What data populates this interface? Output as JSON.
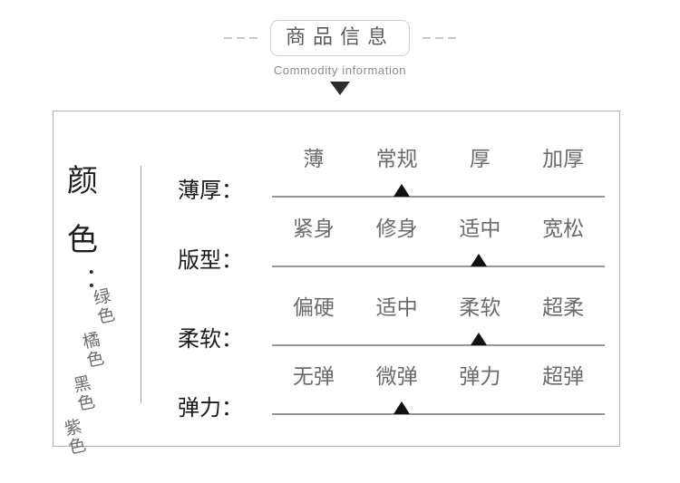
{
  "header": {
    "title": "商品信息",
    "subtitle": "Commodity information",
    "left_dashes": 3,
    "right_dashes": 3,
    "arrow_icon": "down-triangle-icon"
  },
  "color_section": {
    "label_chars": [
      "颜",
      "色"
    ],
    "colon": "：",
    "options": [
      {
        "name": "绿色"
      },
      {
        "name": "橘色"
      },
      {
        "name": "黑色"
      },
      {
        "name": "紫色"
      }
    ]
  },
  "attributes": [
    {
      "label": "薄厚：",
      "options": [
        "薄",
        "常规",
        "厚",
        "加厚"
      ],
      "selected_index": 1,
      "marker_percent": 39
    },
    {
      "label": "版型：",
      "options": [
        "紧身",
        "修身",
        "适中",
        "宽松"
      ],
      "selected_index": 2,
      "marker_percent": 62
    },
    {
      "label": "柔软：",
      "options": [
        "偏硬",
        "适中",
        "柔软",
        "超柔"
      ],
      "selected_index": 2,
      "marker_percent": 62
    },
    {
      "label": "弹力：",
      "options": [
        "无弹",
        "微弹",
        "弹力",
        "超弹"
      ],
      "selected_index": 1,
      "marker_percent": 39
    }
  ],
  "colors": {
    "panel_border": "#b4b4b4",
    "divider": "#9e9e9e",
    "label_text": "#1a1a1a",
    "option_text": "#6b6b6b",
    "scale_line": "#989898",
    "marker": "#111111",
    "title_text": "#5b5b5b",
    "title_border": "#cfcfcf",
    "subtitle_text": "#8d8d8d",
    "background": "#ffffff"
  }
}
